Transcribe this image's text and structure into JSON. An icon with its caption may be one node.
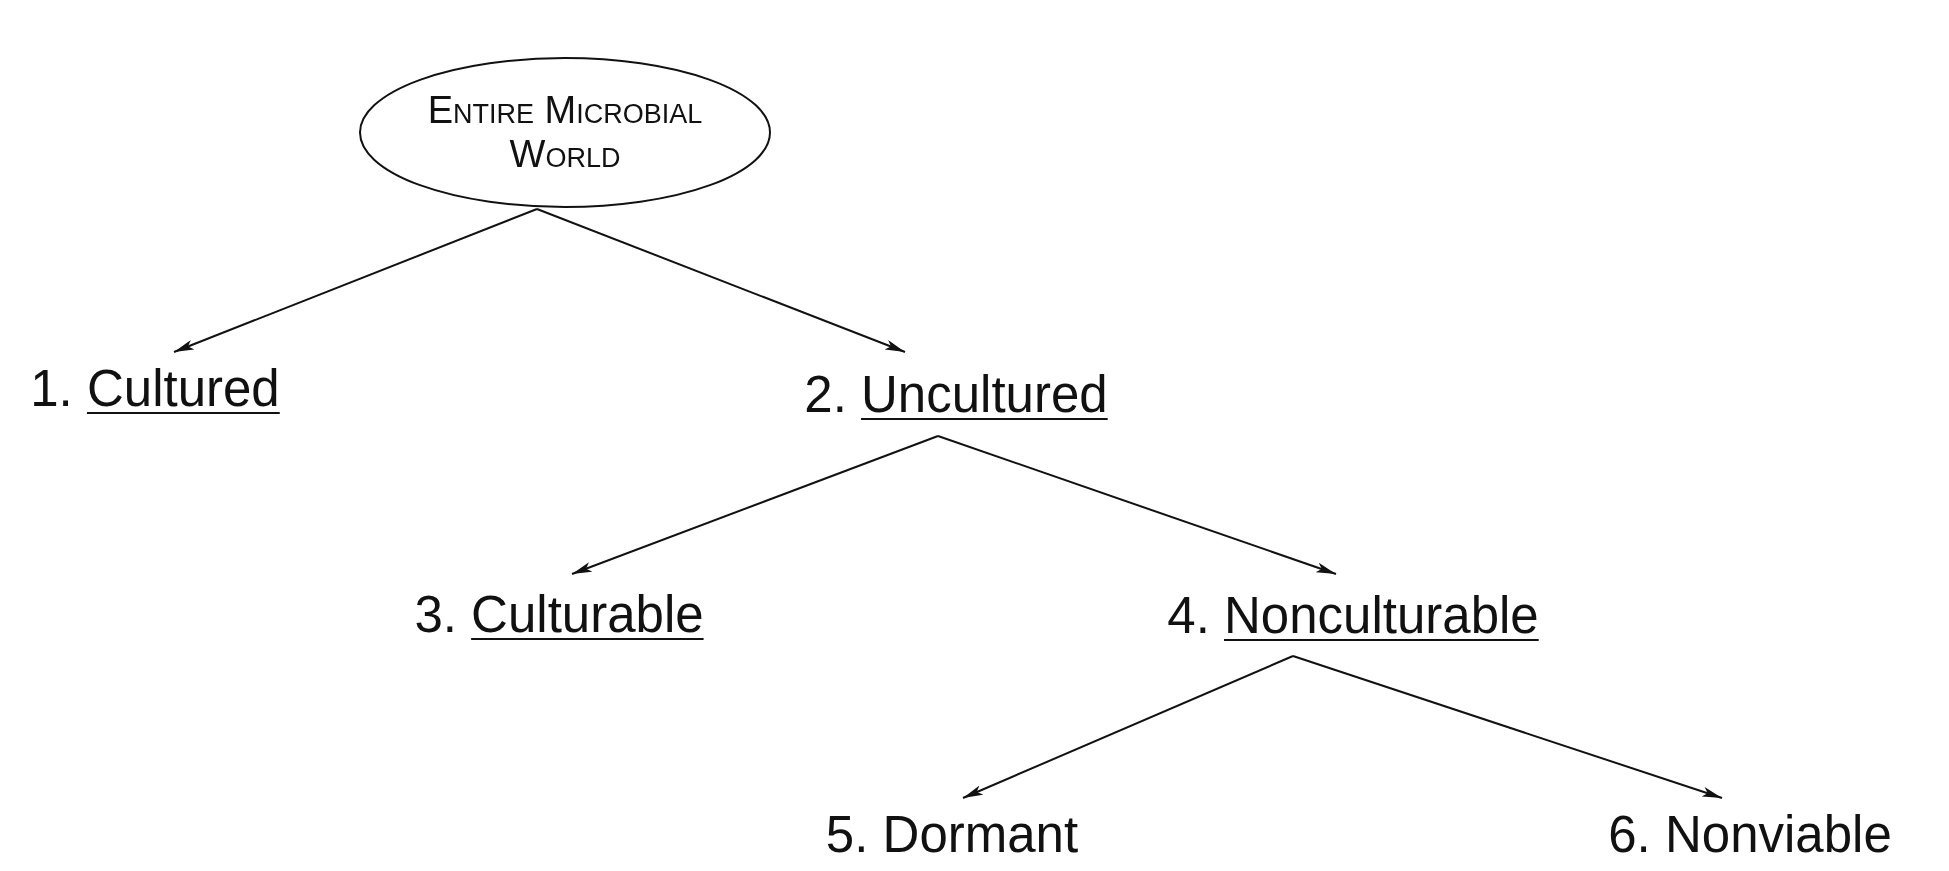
{
  "diagram": {
    "nodes": [
      {
        "text": [
          "Entire Microbial World"
        ]
      },
      {
        "text": [
          "1. Cultured"
        ]
      },
      {
        "text": [
          "2. Uncultured"
        ]
      },
      {
        "text": [
          "3. Culturable"
        ]
      },
      {
        "text": [
          "4. Nonculturable"
        ]
      },
      {
        "text": [
          "5. Dormant"
        ]
      },
      {
        "text": [
          "6. Nonviable"
        ]
      }
    ],
    "edges": [
      {
        "from": 0,
        "to": 1,
        "arrow": "to"
      },
      {
        "from": 0,
        "to": 2,
        "arrow": "to"
      },
      {
        "from": 2,
        "to": 3,
        "arrow": "to"
      },
      {
        "from": 2,
        "to": 4,
        "arrow": "to"
      },
      {
        "from": 4,
        "to": 5,
        "arrow": "to"
      },
      {
        "from": 4,
        "to": 6,
        "arrow": "to"
      }
    ]
  }
}
